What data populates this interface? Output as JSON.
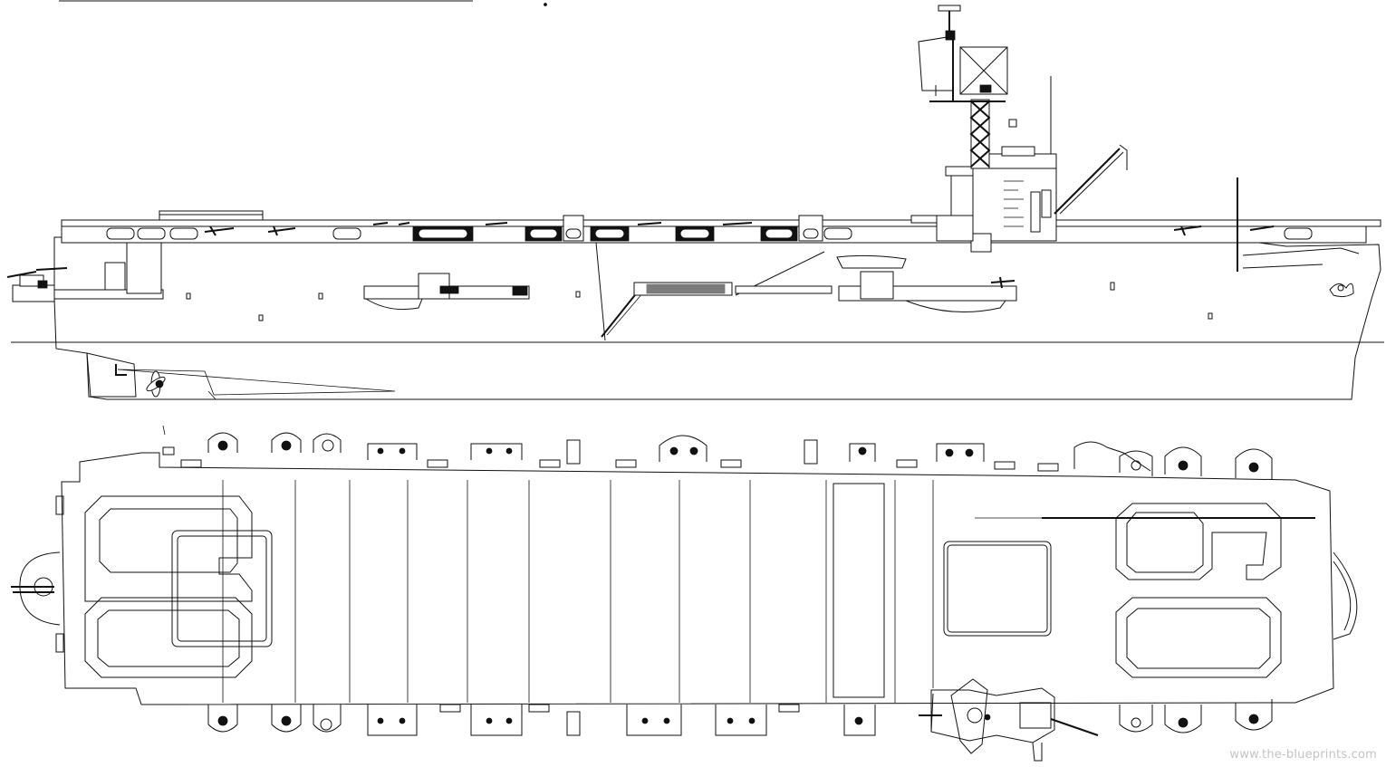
{
  "watermark": "www.the-blueprints.com",
  "views": [
    {
      "id": "side-profile"
    },
    {
      "id": "flight-deck-plan"
    }
  ]
}
